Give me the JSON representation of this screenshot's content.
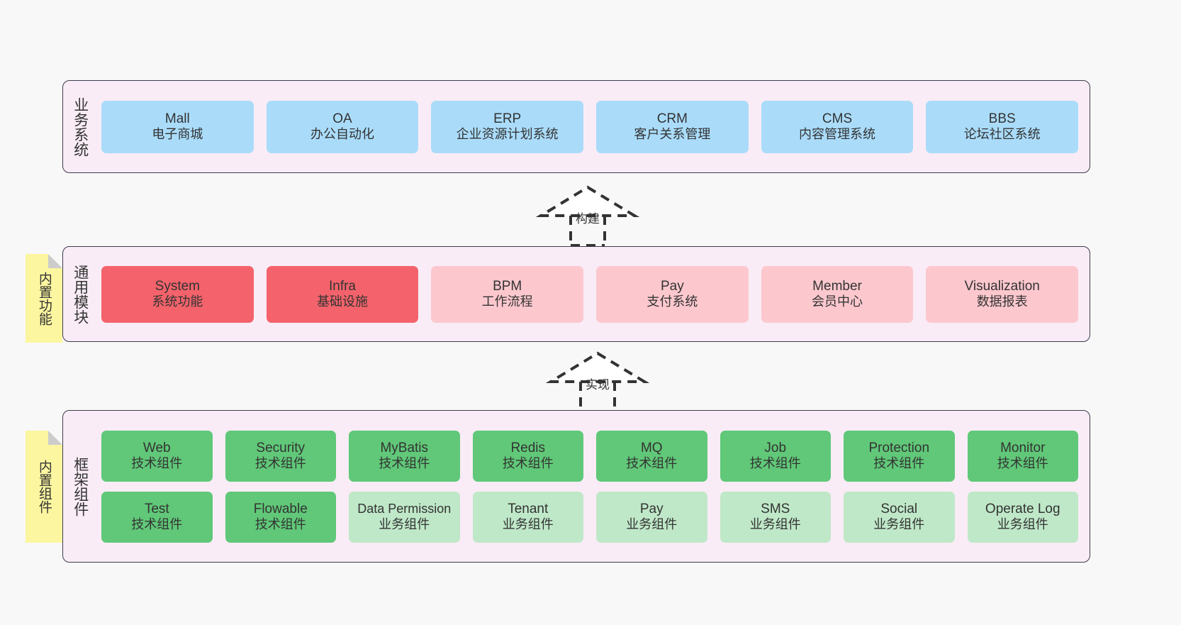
{
  "diagram": {
    "title_layers": {
      "business": "业务系统",
      "modules": "通用模块",
      "framework": "框架组件"
    },
    "notes": [
      {
        "name": "builtin-function-note",
        "text": "内置功能"
      },
      {
        "name": "builtin-component-note",
        "text": "内置组件"
      }
    ],
    "arrows": [
      {
        "name": "build-arrow",
        "label": "构建"
      },
      {
        "name": "implement-arrow",
        "label": "实现"
      }
    ],
    "colors": {
      "panel_bg": "#f9ecf6",
      "panel_border": "#3d3d4e",
      "blue": "#aadcfa",
      "red": "#f4636b",
      "pink": "#fcc8ce",
      "green": "#60c878",
      "light_green": "#bfe8c8",
      "note_yellow": "#fcf6a0",
      "note_fold": "#cccccc",
      "page_bg": "#f8f8f8"
    },
    "layers": {
      "business": {
        "nodes": [
          {
            "en": "Mall",
            "cn": "电子商城"
          },
          {
            "en": "OA",
            "cn": "办公自动化"
          },
          {
            "en": "ERP",
            "cn": "企业资源计划系统"
          },
          {
            "en": "CRM",
            "cn": "客户关系管理"
          },
          {
            "en": "CMS",
            "cn": "内容管理系统"
          },
          {
            "en": "BBS",
            "cn": "论坛社区系统"
          }
        ]
      },
      "modules": {
        "nodes": [
          {
            "en": "System",
            "cn": "系统功能",
            "tone": "red"
          },
          {
            "en": "Infra",
            "cn": "基础设施",
            "tone": "red"
          },
          {
            "en": "BPM",
            "cn": "工作流程",
            "tone": "pink"
          },
          {
            "en": "Pay",
            "cn": "支付系统",
            "tone": "pink"
          },
          {
            "en": "Member",
            "cn": "会员中心",
            "tone": "pink"
          },
          {
            "en": "Visualization",
            "cn": "数据报表",
            "tone": "pink"
          }
        ]
      },
      "framework": {
        "row1": [
          {
            "en": "Web",
            "cn": "技术组件",
            "tone": "green"
          },
          {
            "en": "Security",
            "cn": "技术组件",
            "tone": "green"
          },
          {
            "en": "MyBatis",
            "cn": "技术组件",
            "tone": "green"
          },
          {
            "en": "Redis",
            "cn": "技术组件",
            "tone": "green"
          },
          {
            "en": "MQ",
            "cn": "技术组件",
            "tone": "green"
          },
          {
            "en": "Job",
            "cn": "技术组件",
            "tone": "green"
          },
          {
            "en": "Protection",
            "cn": "技术组件",
            "tone": "green"
          },
          {
            "en": "Monitor",
            "cn": "技术组件",
            "tone": "green"
          }
        ],
        "row2": [
          {
            "en": "Test",
            "cn": "技术组件",
            "tone": "green"
          },
          {
            "en": "Flowable",
            "cn": "技术组件",
            "tone": "green"
          },
          {
            "en": "Data Permission",
            "cn": "业务组件",
            "tone": "lightgreen"
          },
          {
            "en": "Tenant",
            "cn": "业务组件",
            "tone": "lightgreen"
          },
          {
            "en": "Pay",
            "cn": "业务组件",
            "tone": "lightgreen"
          },
          {
            "en": "SMS",
            "cn": "业务组件",
            "tone": "lightgreen"
          },
          {
            "en": "Social",
            "cn": "业务组件",
            "tone": "lightgreen"
          },
          {
            "en": "Operate Log",
            "cn": "业务组件",
            "tone": "lightgreen"
          }
        ]
      }
    }
  }
}
